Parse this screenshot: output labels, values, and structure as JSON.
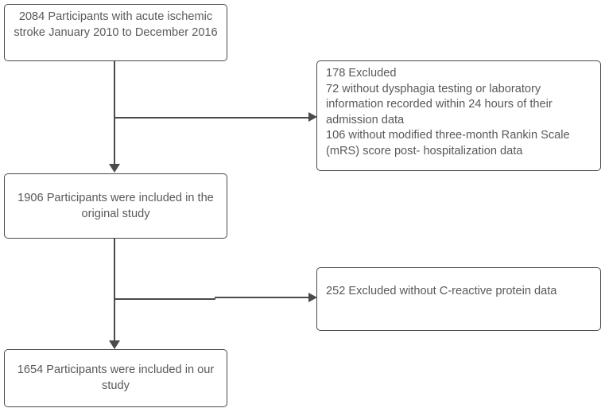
{
  "figure": {
    "type": "participant-flow-diagram",
    "colors": {
      "border": "#4a4a4a",
      "text": "#58595b",
      "background": "#ffffff",
      "connector": "#4a4a4a"
    }
  },
  "nodes": {
    "enrolled": {
      "label": "2084 Participants with acute ischemic stroke January  2010 to December 2016",
      "count": 2084
    },
    "excluded_first": {
      "label": "178 Excluded\n72 without dysphagia testing or laboratory information recorded within 24 hours of their admission data\n106 without modified three-month Rankin Scale (mRS) score post- hospitalization data",
      "count": 178,
      "reasons": [
        {
          "count": 72,
          "text": "without dysphagia testing or laboratory information recorded within 24 hours of their admission data"
        },
        {
          "count": 106,
          "text": "without modified three-month Rankin Scale (mRS) score post- hospitalization data"
        }
      ]
    },
    "original_study": {
      "label": "1906 Participants were included in the original study",
      "count": 1906
    },
    "excluded_second": {
      "label": "252 Excluded without C-reactive protein data",
      "count": 252
    },
    "final_study": {
      "label": "1654 Participants were included in our study",
      "count": 1654
    }
  },
  "connectors": [
    {
      "name": "trunk-enrolled-to-original",
      "kind": "vertical-arrow-down"
    },
    {
      "name": "branch-to-first-exclusion",
      "kind": "horizontal-arrow-right"
    },
    {
      "name": "trunk-original-to-final",
      "kind": "vertical-arrow-down"
    },
    {
      "name": "branch-to-second-exclusion",
      "kind": "horizontal-arrow-right"
    }
  ]
}
